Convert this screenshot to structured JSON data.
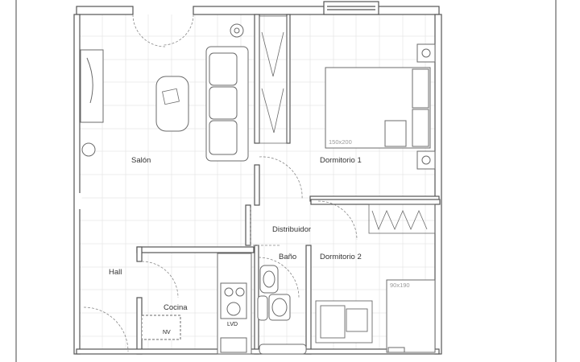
{
  "rooms": {
    "salon": "Salón",
    "dormitorio1": "Dormitorio 1",
    "distribuidor": "Distribuidor",
    "bano": "Baño",
    "dormitorio2": "Dormitorio 2",
    "hall": "Hall",
    "cocina": "Cocina"
  },
  "fixtures": {
    "nevera": "NV",
    "lavadora": "LVD"
  },
  "beds": {
    "double_size": "150x200",
    "single_size": "90x190"
  },
  "colors": {
    "wall": "#555555",
    "grid": "#e6e6e6",
    "furniture": "#6b6b6b",
    "text": "#333333"
  }
}
